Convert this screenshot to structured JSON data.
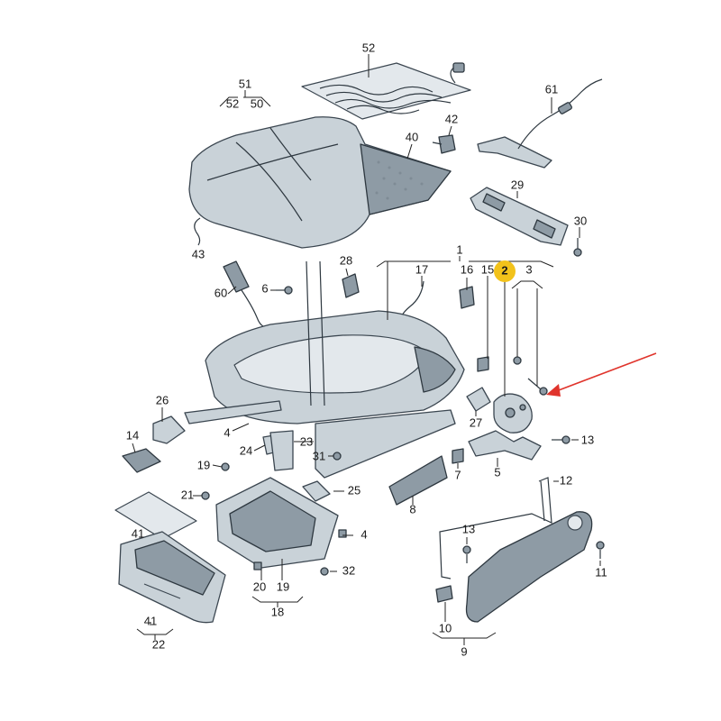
{
  "colors": {
    "part_fill": "#c9d2d8",
    "part_dark": "#8e9ba5",
    "outline": "#3b4650",
    "highlight": "#f2c21b",
    "arrow": "#e0342c"
  },
  "labels": {
    "l52": "52",
    "l51": "51",
    "l52b": "52",
    "l50": "50",
    "l61": "61",
    "l42": "42",
    "l40": "40",
    "l29": "29",
    "l30": "30",
    "l43": "43",
    "l1": "1",
    "l17": "17",
    "l16": "16",
    "l15": "15",
    "l2": "2",
    "l3": "3",
    "l28": "28",
    "l6": "6",
    "l60": "60",
    "l26": "26",
    "l14": "14",
    "l4a": "4",
    "l24": "24",
    "l23": "23",
    "l31": "31",
    "l19a": "19",
    "l27": "27",
    "l13a": "13",
    "l7": "7",
    "l5": "5",
    "l12": "12",
    "l8": "8",
    "l21": "21",
    "l25": "25",
    "l41a": "41",
    "l4b": "4",
    "l13b": "13",
    "l11": "11",
    "l32": "32",
    "l20": "20",
    "l19b": "19",
    "l18": "18",
    "l10": "10",
    "l41b": "41",
    "l22": "22",
    "l9": "9"
  }
}
